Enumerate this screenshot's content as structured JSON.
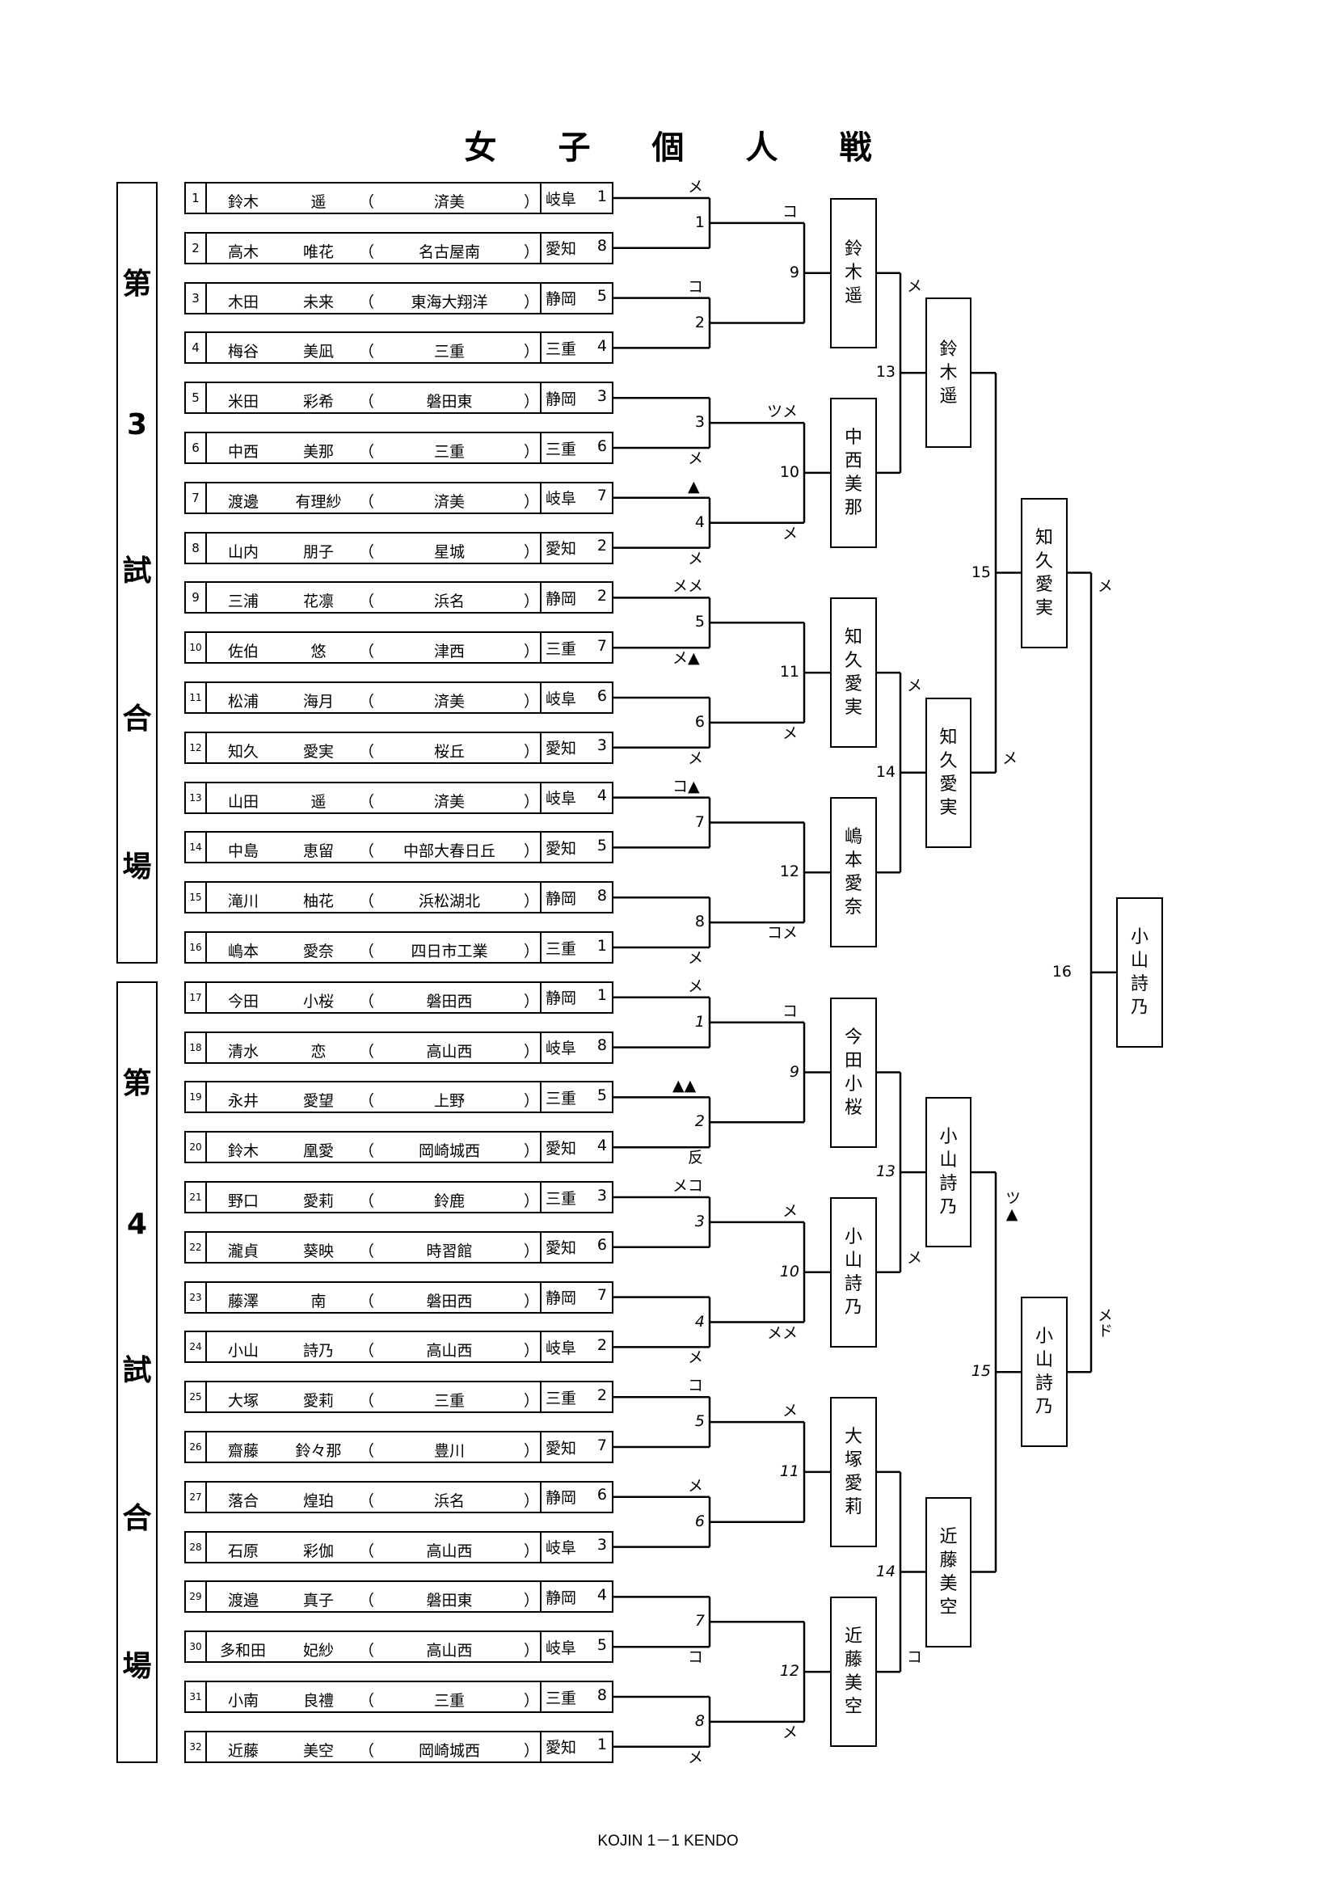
{
  "title": [
    "女",
    "子",
    "個",
    "人",
    "戦"
  ],
  "footer": "KOJIN 1－1 KENDO",
  "courts": [
    {
      "label": [
        "第",
        "3",
        "試",
        "合",
        "場"
      ]
    },
    {
      "label": [
        "第",
        "4",
        "試",
        "合",
        "場"
      ]
    }
  ],
  "entries": [
    {
      "no": "1",
      "family": "鈴木",
      "given": "遥",
      "school": "済美",
      "pref": "岐阜",
      "seed": "1"
    },
    {
      "no": "2",
      "family": "高木",
      "given": "唯花",
      "school": "名古屋南",
      "pref": "愛知",
      "seed": "8"
    },
    {
      "no": "3",
      "family": "木田",
      "given": "未来",
      "school": "東海大翔洋",
      "pref": "静岡",
      "seed": "5"
    },
    {
      "no": "4",
      "family": "梅谷",
      "given": "美凪",
      "school": "三重",
      "pref": "三重",
      "seed": "4"
    },
    {
      "no": "5",
      "family": "米田",
      "given": "彩希",
      "school": "磐田東",
      "pref": "静岡",
      "seed": "3"
    },
    {
      "no": "6",
      "family": "中西",
      "given": "美那",
      "school": "三重",
      "pref": "三重",
      "seed": "6"
    },
    {
      "no": "7",
      "family": "渡邊",
      "given": "有理紗",
      "school": "済美",
      "pref": "岐阜",
      "seed": "7"
    },
    {
      "no": "8",
      "family": "山内",
      "given": "朋子",
      "school": "星城",
      "pref": "愛知",
      "seed": "2"
    },
    {
      "no": "9",
      "family": "三浦",
      "given": "花凛",
      "school": "浜名",
      "pref": "静岡",
      "seed": "2"
    },
    {
      "no": "10",
      "family": "佐伯",
      "given": "悠",
      "school": "津西",
      "pref": "三重",
      "seed": "7"
    },
    {
      "no": "11",
      "family": "松浦",
      "given": "海月",
      "school": "済美",
      "pref": "岐阜",
      "seed": "6"
    },
    {
      "no": "12",
      "family": "知久",
      "given": "愛実",
      "school": "桜丘",
      "pref": "愛知",
      "seed": "3"
    },
    {
      "no": "13",
      "family": "山田",
      "given": "遥",
      "school": "済美",
      "pref": "岐阜",
      "seed": "4"
    },
    {
      "no": "14",
      "family": "中島",
      "given": "恵留",
      "school": "中部大春日丘",
      "pref": "愛知",
      "seed": "5"
    },
    {
      "no": "15",
      "family": "滝川",
      "given": "柚花",
      "school": "浜松湖北",
      "pref": "静岡",
      "seed": "8"
    },
    {
      "no": "16",
      "family": "嶋本",
      "given": "愛奈",
      "school": "四日市工業",
      "pref": "三重",
      "seed": "1"
    },
    {
      "no": "17",
      "family": "今田",
      "given": "小桜",
      "school": "磐田西",
      "pref": "静岡",
      "seed": "1"
    },
    {
      "no": "18",
      "family": "清水",
      "given": "恋",
      "school": "高山西",
      "pref": "岐阜",
      "seed": "8"
    },
    {
      "no": "19",
      "family": "永井",
      "given": "愛望",
      "school": "上野",
      "pref": "三重",
      "seed": "5"
    },
    {
      "no": "20",
      "family": "鈴木",
      "given": "凰愛",
      "school": "岡崎城西",
      "pref": "愛知",
      "seed": "4"
    },
    {
      "no": "21",
      "family": "野口",
      "given": "愛莉",
      "school": "鈴鹿",
      "pref": "三重",
      "seed": "3"
    },
    {
      "no": "22",
      "family": "瀧貞",
      "given": "葵映",
      "school": "時習館",
      "pref": "愛知",
      "seed": "6"
    },
    {
      "no": "23",
      "family": "藤澤",
      "given": "南",
      "school": "磐田西",
      "pref": "静岡",
      "seed": "7"
    },
    {
      "no": "24",
      "family": "小山",
      "given": "詩乃",
      "school": "高山西",
      "pref": "岐阜",
      "seed": "2"
    },
    {
      "no": "25",
      "family": "大塚",
      "given": "愛莉",
      "school": "三重",
      "pref": "三重",
      "seed": "2"
    },
    {
      "no": "26",
      "family": "齋藤",
      "given": "鈴々那",
      "school": "豊川",
      "pref": "愛知",
      "seed": "7"
    },
    {
      "no": "27",
      "family": "落合",
      "given": "煌珀",
      "school": "浜名",
      "pref": "静岡",
      "seed": "6"
    },
    {
      "no": "28",
      "family": "石原",
      "given": "彩伽",
      "school": "高山西",
      "pref": "岐阜",
      "seed": "3"
    },
    {
      "no": "29",
      "family": "渡邉",
      "given": "真子",
      "school": "磐田東",
      "pref": "静岡",
      "seed": "4"
    },
    {
      "no": "30",
      "family": "多和田",
      "given": "妃紗",
      "school": "高山西",
      "pref": "岐阜",
      "seed": "5"
    },
    {
      "no": "31",
      "family": "小南",
      "given": "良禮",
      "school": "三重",
      "pref": "三重",
      "seed": "8"
    },
    {
      "no": "32",
      "family": "近藤",
      "given": "美空",
      "school": "岡崎城西",
      "pref": "愛知",
      "seed": "1"
    }
  ],
  "paren_open": "（",
  "paren_close": "）",
  "bracket": {
    "top": {
      "r1": [
        {
          "match": "1",
          "top_mark": "メ",
          "bottom_mark": ""
        },
        {
          "match": "2",
          "top_mark": "コ",
          "bottom_mark": ""
        },
        {
          "match": "3",
          "top_mark": "",
          "bottom_mark": "メ"
        },
        {
          "match": "4",
          "top_mark": "▲",
          "bottom_mark": "メ"
        },
        {
          "match": "5",
          "top_mark": "メメ",
          "bottom_mark": "メ▲"
        },
        {
          "match": "6",
          "top_mark": "",
          "bottom_mark": "メ"
        },
        {
          "match": "7",
          "top_mark": "コ▲",
          "bottom_mark": ""
        },
        {
          "match": "8",
          "top_mark": "",
          "bottom_mark": "メ"
        }
      ],
      "r2": [
        {
          "match": "9",
          "top_mark": "コ",
          "bottom_mark": "",
          "winner": "鈴木遥"
        },
        {
          "match": "10",
          "top_mark": "ツメ",
          "bottom_mark": "メ",
          "winner": "中西美那"
        },
        {
          "match": "11",
          "top_mark": "",
          "bottom_mark": "メ",
          "winner": "知久愛実"
        },
        {
          "match": "12",
          "top_mark": "",
          "bottom_mark": "コメ",
          "winner": "嶋本愛奈"
        }
      ],
      "r3": [
        {
          "match": "13",
          "top_mark": "メ",
          "bottom_mark": "",
          "winner": "鈴木遥"
        },
        {
          "match": "14",
          "top_mark": "メ",
          "bottom_mark": "",
          "winner": "知久愛実"
        }
      ],
      "r4": [
        {
          "match": "15",
          "top_mark": "",
          "bottom_mark": "メ",
          "winner": "知久愛実"
        }
      ],
      "italic": false
    },
    "bottom": {
      "r1": [
        {
          "match": "1",
          "top_mark": "メ",
          "bottom_mark": ""
        },
        {
          "match": "2",
          "top_mark": "▲▲",
          "bottom_mark": "反"
        },
        {
          "match": "3",
          "top_mark": "メコ",
          "bottom_mark": ""
        },
        {
          "match": "4",
          "top_mark": "",
          "bottom_mark": "メ"
        },
        {
          "match": "5",
          "top_mark": "コ",
          "bottom_mark": ""
        },
        {
          "match": "6",
          "top_mark": "メ",
          "bottom_mark": ""
        },
        {
          "match": "7",
          "top_mark": "",
          "bottom_mark": "コ"
        },
        {
          "match": "8",
          "top_mark": "",
          "bottom_mark": "メ"
        }
      ],
      "r2": [
        {
          "match": "9",
          "top_mark": "コ",
          "bottom_mark": "",
          "winner": "今田小桜"
        },
        {
          "match": "10",
          "top_mark": "メ",
          "bottom_mark": "メメ",
          "winner": "小山詩乃"
        },
        {
          "match": "11",
          "top_mark": "メ",
          "bottom_mark": "",
          "winner": "大塚愛莉"
        },
        {
          "match": "12",
          "top_mark": "",
          "bottom_mark": "メ",
          "winner": "近藤美空"
        }
      ],
      "r3": [
        {
          "match": "13",
          "top_mark": "",
          "bottom_mark": "メ",
          "winner": "小山詩乃"
        },
        {
          "match": "14",
          "top_mark": "",
          "bottom_mark": "コ",
          "winner": "近藤美空"
        }
      ],
      "r4": [
        {
          "match": "15",
          "top_mark": "ツ▲",
          "bottom_mark": "",
          "winner": "小山詩乃"
        }
      ],
      "italic": true
    },
    "final": {
      "match": "16",
      "top_mark": "メ",
      "bottom_mark": "メド",
      "winner": "小山詩乃"
    }
  }
}
